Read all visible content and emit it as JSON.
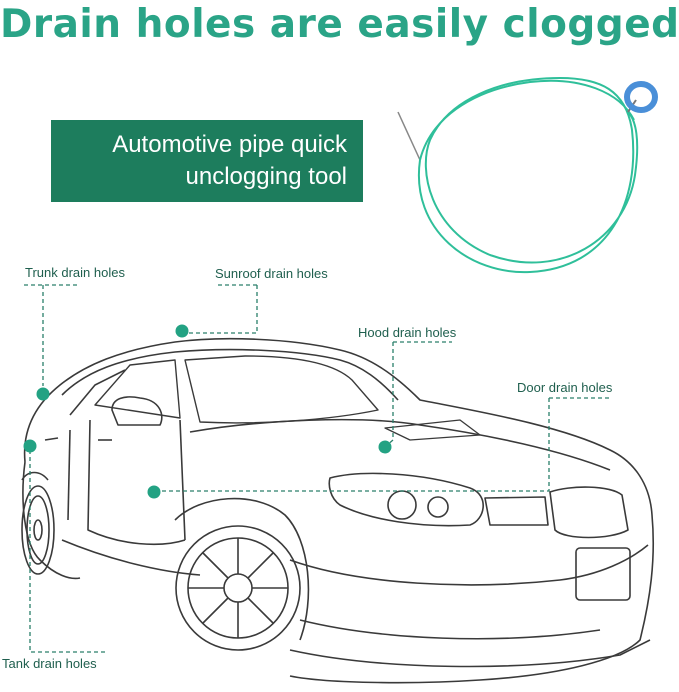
{
  "headline": "Drain holes are easily clogged",
  "tool_box": {
    "line1": "Automotive pipe quick",
    "line2": "unclogging tool"
  },
  "labels": {
    "trunk": "Trunk drain holes",
    "sunroof": "Sunroof drain holes",
    "hood": "Hood drain holes",
    "door": "Door drain holes",
    "tank": "Tank drain holes"
  },
  "colors": {
    "headline": "#2aa487",
    "box_bg": "#1d7d5d",
    "marker": "#23a283",
    "wire": "#2fbf9a",
    "ring": "#4a8fd8"
  }
}
